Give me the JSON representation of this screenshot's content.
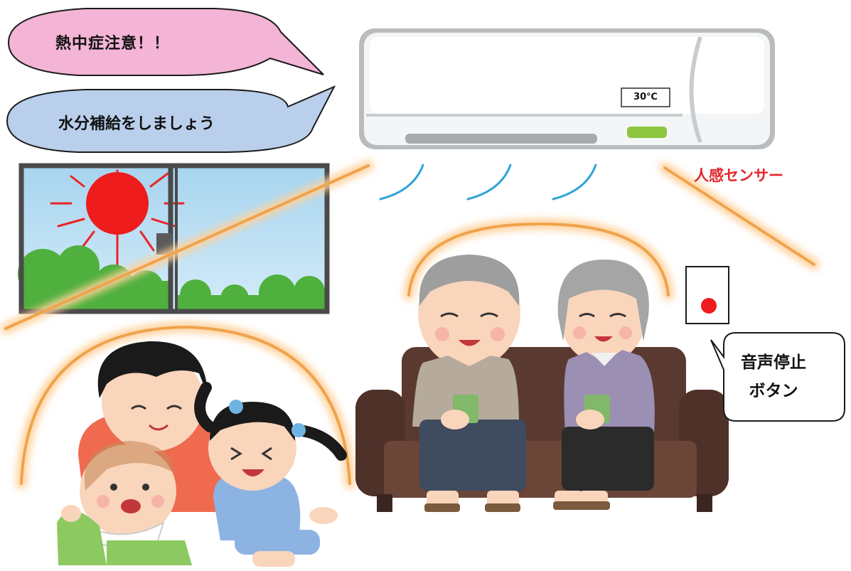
{
  "bubbles": {
    "warning": "熱中症注意！！",
    "hydrate": "水分補給をしましょう",
    "stop_button_line1": "音声停止",
    "stop_button_line2": "ボタン"
  },
  "aircon": {
    "temperature": "30℃"
  },
  "labels": {
    "sensor": "人感センサー"
  },
  "colors": {
    "warning_bubble": "#f3b4d6",
    "hydrate_bubble": "#b9cfeb",
    "sensor_text": "#e3262a",
    "glow": "#f0a34c",
    "airflow": "#2fa3d8",
    "sun": "#ee1c1c",
    "sofa": "#5a3a30"
  }
}
